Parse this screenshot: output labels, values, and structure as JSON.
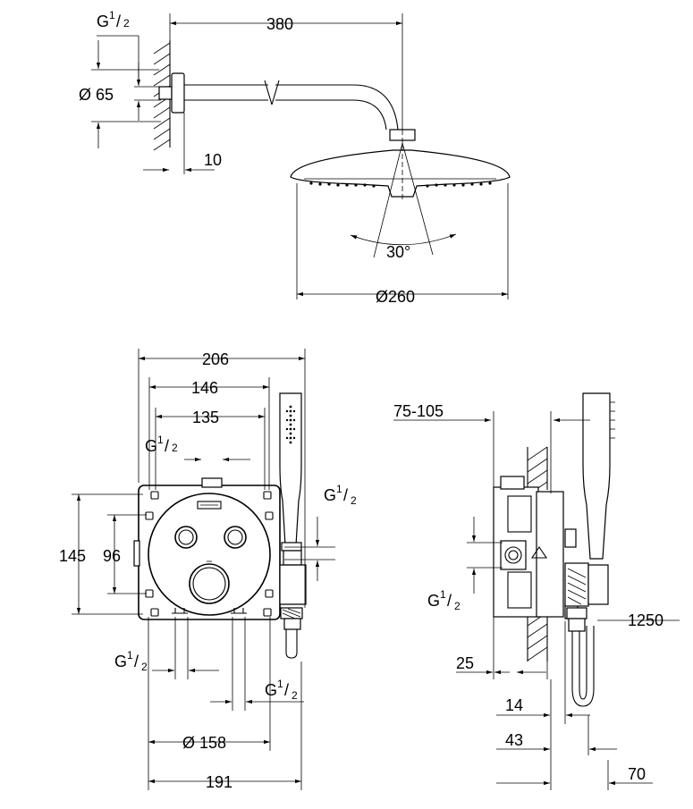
{
  "dimensions": {
    "arm_length": "380",
    "flange_diameter": "Ø 65",
    "wall_offset": "10",
    "spray_angle": "30°",
    "head_diameter": "Ø260",
    "box_width": "206",
    "plate_width": "146",
    "hole_spacing_h": "135",
    "box_height": "145",
    "hole_spacing_v": "96",
    "rosette_diameter": "Ø 158",
    "overall_width": "191",
    "wall_depth_range": "75-105",
    "depth_25": "25",
    "depth_14": "14",
    "depth_43": "43",
    "depth_70": "70",
    "hose_length": "1250"
  },
  "thread_label": {
    "g": "G",
    "numerator": "1",
    "denominator": "2"
  }
}
